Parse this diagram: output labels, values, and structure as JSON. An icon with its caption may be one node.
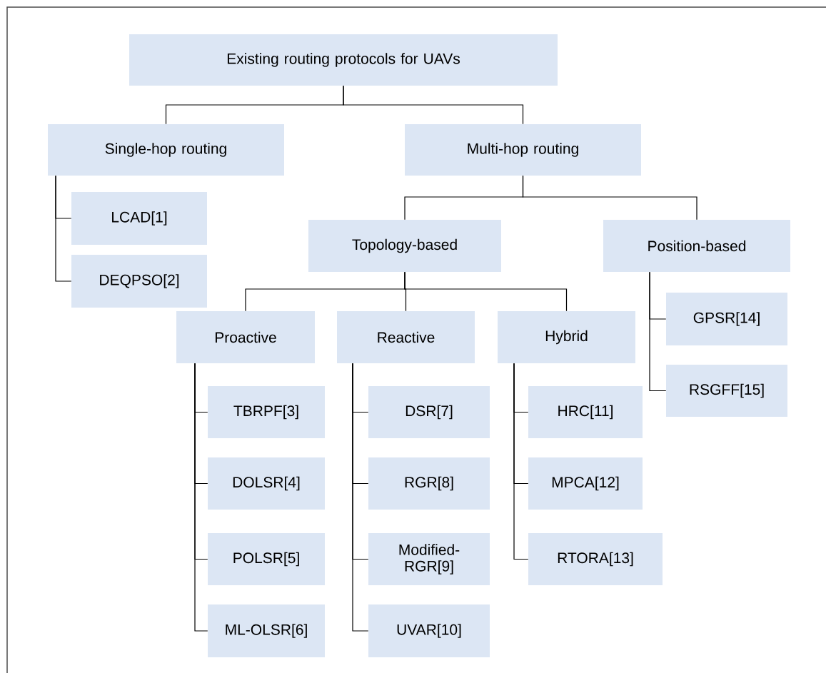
{
  "diagram": {
    "nodes": [
      {
        "text": [
          "Existing routing protocols for UAVs"
        ]
      },
      {
        "text": [
          "Single-hop routing"
        ]
      },
      {
        "text": [
          "Multi-hop routing"
        ]
      },
      {
        "text": [
          "LCAD[1]"
        ]
      },
      {
        "text": [
          "DEQPSO[2]"
        ]
      },
      {
        "text": [
          "Topology-based"
        ]
      },
      {
        "text": [
          "Position-based"
        ]
      },
      {
        "text": [
          "Proactive"
        ]
      },
      {
        "text": [
          "Reactive"
        ]
      },
      {
        "text": [
          "Hybrid"
        ]
      },
      {
        "text": [
          "GPSR[14]"
        ]
      },
      {
        "text": [
          "RSGFF[15]"
        ]
      },
      {
        "text": [
          "TBRPF[3]"
        ]
      },
      {
        "text": [
          "DOLSR[4]"
        ]
      },
      {
        "text": [
          "POLSR[5]"
        ]
      },
      {
        "text": [
          "ML-OLSR[6]"
        ]
      },
      {
        "text": [
          "DSR[7]"
        ]
      },
      {
        "text": [
          "RGR[8]"
        ]
      },
      {
        "text": [
          "Modified-RGR[9]"
        ]
      },
      {
        "text": [
          "UVAR[10]"
        ]
      },
      {
        "text": [
          "HRC[11]"
        ]
      },
      {
        "text": [
          "MPCA[12]"
        ]
      },
      {
        "text": [
          "RTORA[13]"
        ]
      }
    ],
    "edges": [
      {
        "from": 0,
        "to": 1,
        "arrow": "none"
      },
      {
        "from": 0,
        "to": 2,
        "arrow": "none"
      },
      {
        "from": 1,
        "to": 3,
        "arrow": "none"
      },
      {
        "from": 1,
        "to": 4,
        "arrow": "none"
      },
      {
        "from": 2,
        "to": 5,
        "arrow": "none"
      },
      {
        "from": 2,
        "to": 6,
        "arrow": "none"
      },
      {
        "from": 5,
        "to": 7,
        "arrow": "none"
      },
      {
        "from": 5,
        "to": 8,
        "arrow": "none"
      },
      {
        "from": 5,
        "to": 9,
        "arrow": "none"
      },
      {
        "from": 6,
        "to": 10,
        "arrow": "none"
      },
      {
        "from": 6,
        "to": 11,
        "arrow": "none"
      },
      {
        "from": 7,
        "to": 12,
        "arrow": "none"
      },
      {
        "from": 7,
        "to": 13,
        "arrow": "none"
      },
      {
        "from": 7,
        "to": 14,
        "arrow": "none"
      },
      {
        "from": 7,
        "to": 15,
        "arrow": "none"
      },
      {
        "from": 8,
        "to": 16,
        "arrow": "none"
      },
      {
        "from": 8,
        "to": 17,
        "arrow": "none"
      },
      {
        "from": 8,
        "to": 18,
        "arrow": "none"
      },
      {
        "from": 8,
        "to": 19,
        "arrow": "none"
      },
      {
        "from": 9,
        "to": 20,
        "arrow": "none"
      },
      {
        "from": 9,
        "to": 21,
        "arrow": "none"
      },
      {
        "from": 9,
        "to": 22,
        "arrow": "none"
      }
    ]
  }
}
